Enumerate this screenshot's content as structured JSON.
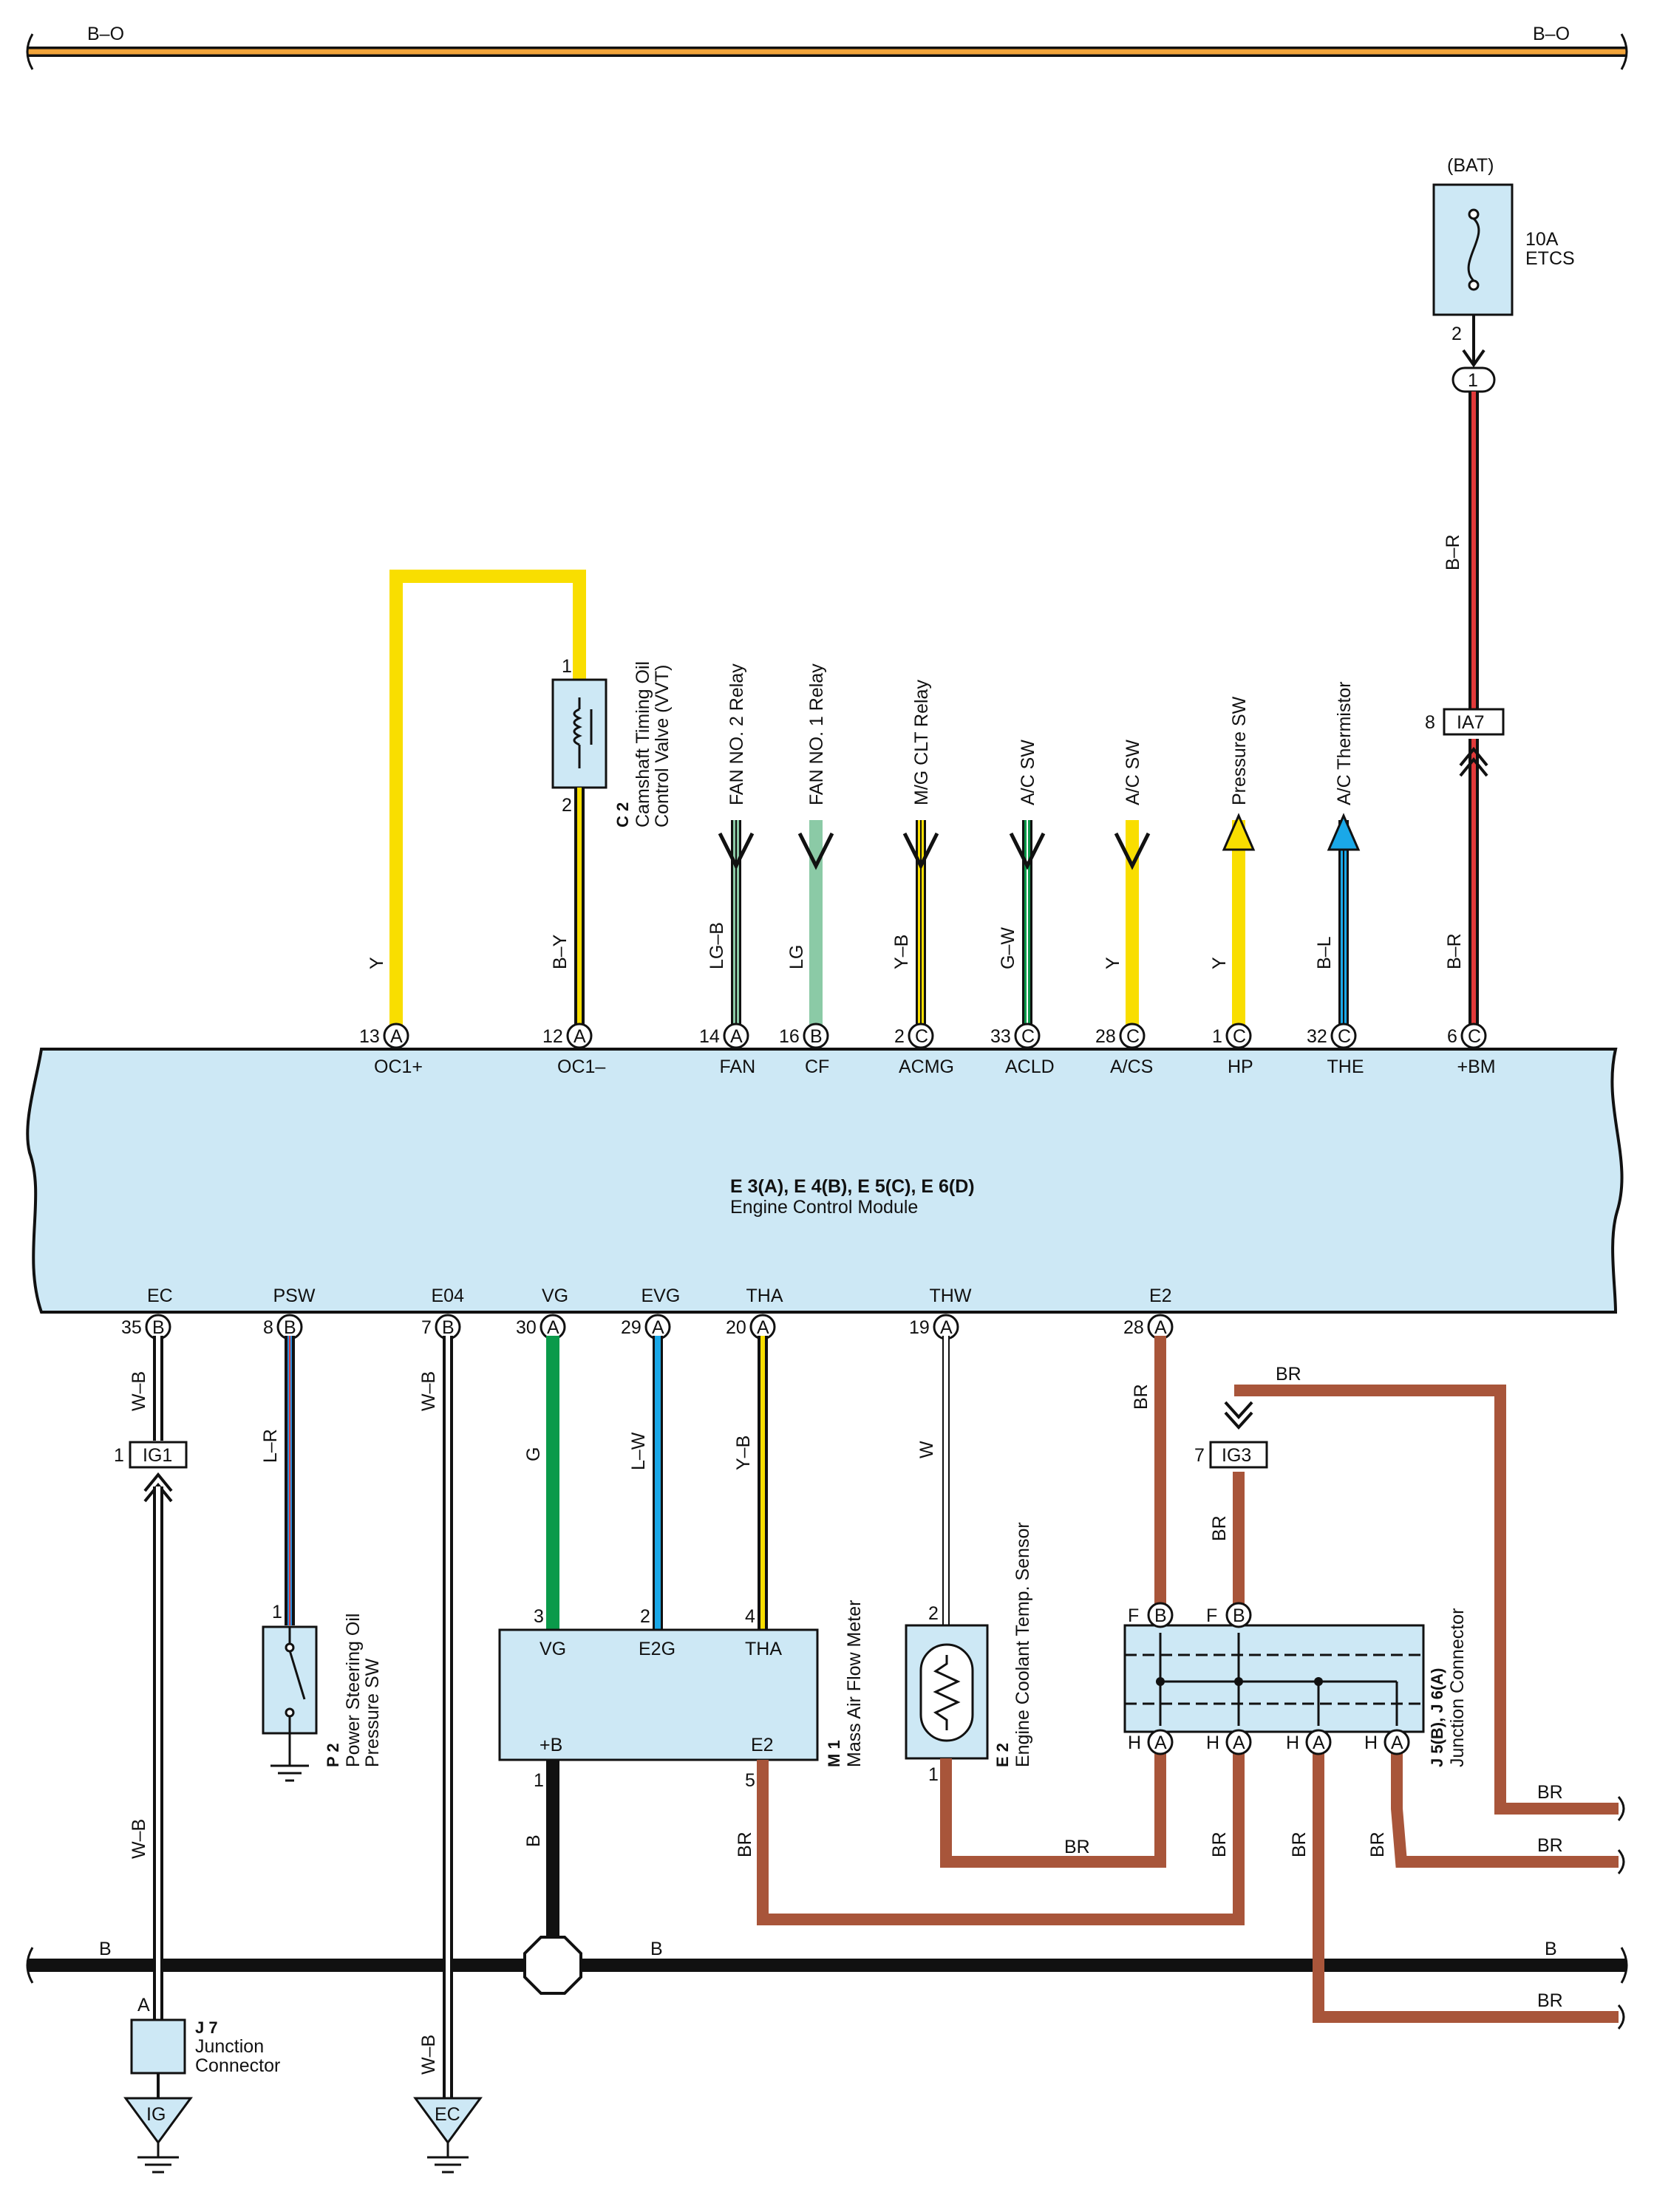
{
  "top_bus": {
    "left_label": "B–O",
    "right_label": "B–O"
  },
  "fuse": {
    "source": "(BAT)",
    "rating": "10A",
    "name": "ETCS",
    "pin_out": "2",
    "connector": "1"
  },
  "ia7": {
    "code": "IA7",
    "pin": "8"
  },
  "ig1": {
    "code": "IG1",
    "pin": "1"
  },
  "ig3": {
    "code": "IG3",
    "pin": "7"
  },
  "ecm": {
    "codes": "E 3(A), E 4(B), E 5(C), E 6(D)",
    "name": "Engine Control Module"
  },
  "top_terms": [
    {
      "id": "oc1p",
      "pin": "13",
      "conn": "A",
      "signal": "OC1+",
      "wire": "Y"
    },
    {
      "id": "oc1m",
      "pin": "12",
      "conn": "A",
      "signal": "OC1–",
      "wire": "B–Y"
    },
    {
      "id": "fan",
      "pin": "14",
      "conn": "A",
      "signal": "FAN",
      "wire": "LG–B",
      "dest": "FAN NO. 2 Relay"
    },
    {
      "id": "cf",
      "pin": "16",
      "conn": "B",
      "signal": "CF",
      "wire": "LG",
      "dest": "FAN NO. 1 Relay"
    },
    {
      "id": "acmg",
      "pin": "2",
      "conn": "C",
      "signal": "ACMG",
      "wire": "Y–B",
      "dest": "M/G CLT Relay"
    },
    {
      "id": "acld",
      "pin": "33",
      "conn": "C",
      "signal": "ACLD",
      "wire": "G–W",
      "dest": "A/C SW"
    },
    {
      "id": "acs",
      "pin": "28",
      "conn": "C",
      "signal": "A/CS",
      "wire": "Y",
      "dest": "A/C SW"
    },
    {
      "id": "hp",
      "pin": "1",
      "conn": "C",
      "signal": "HP",
      "wire": "Y",
      "dest": "Pressure SW"
    },
    {
      "id": "the",
      "pin": "32",
      "conn": "C",
      "signal": "THE",
      "wire": "B–L",
      "dest": "A/C Thermistor"
    },
    {
      "id": "bm",
      "pin": "6",
      "conn": "C",
      "signal": "+BM",
      "wire": "B–R"
    }
  ],
  "bm_wire_upper": "B–R",
  "bottom_terms": [
    {
      "id": "ec",
      "pin": "35",
      "conn": "B",
      "signal": "EC",
      "wire": "W–B"
    },
    {
      "id": "psw",
      "pin": "8",
      "conn": "B",
      "signal": "PSW",
      "wire": "L–R"
    },
    {
      "id": "e04",
      "pin": "7",
      "conn": "B",
      "signal": "E04",
      "wire": "W–B"
    },
    {
      "id": "vg",
      "pin": "30",
      "conn": "A",
      "signal": "VG",
      "wire": "G"
    },
    {
      "id": "evg",
      "pin": "29",
      "conn": "A",
      "signal": "EVG",
      "wire": "L–W"
    },
    {
      "id": "tha",
      "pin": "20",
      "conn": "A",
      "signal": "THA",
      "wire": "Y–B"
    },
    {
      "id": "thw",
      "pin": "19",
      "conn": "A",
      "signal": "THW",
      "wire": "W"
    },
    {
      "id": "e2",
      "pin": "28",
      "conn": "A",
      "signal": "E2",
      "wire": "BR"
    }
  ],
  "vvt": {
    "code": "C 2",
    "line1": "Camshaft Timing Oil",
    "line2": "Control Valve (VVT)",
    "pin_top": "1",
    "pin_bottom": "2"
  },
  "ps_sw": {
    "code": "P 2",
    "line1": "Power Steering Oil",
    "line2": "Pressure SW",
    "pin": "1"
  },
  "maf": {
    "code": "M 1",
    "name": "Mass Air Flow Meter",
    "pins": {
      "vg": "3",
      "e2g": "2",
      "tha": "4",
      "b": "1",
      "e2": "5"
    },
    "labels": {
      "vg": "VG",
      "e2g": "E2G",
      "tha": "THA",
      "b": "+B",
      "e2": "E2"
    }
  },
  "ect": {
    "code": "E 2",
    "name": "Engine Coolant Temp.  Sensor",
    "pin_top": "2",
    "pin_bottom": "1"
  },
  "jc": {
    "code": "J 5(B), J 6(A)",
    "name": "Junction Connector",
    "f": "F",
    "h": "H",
    "conn_b": "B",
    "conn_a": "A"
  },
  "j7": {
    "code": "J 7",
    "line1": "Junction",
    "line2": "Connector",
    "pin": "A"
  },
  "grounds": {
    "ig": "IG",
    "ec": "EC"
  },
  "wires": {
    "br": "BR",
    "b": "B",
    "wb": "W–B"
  }
}
